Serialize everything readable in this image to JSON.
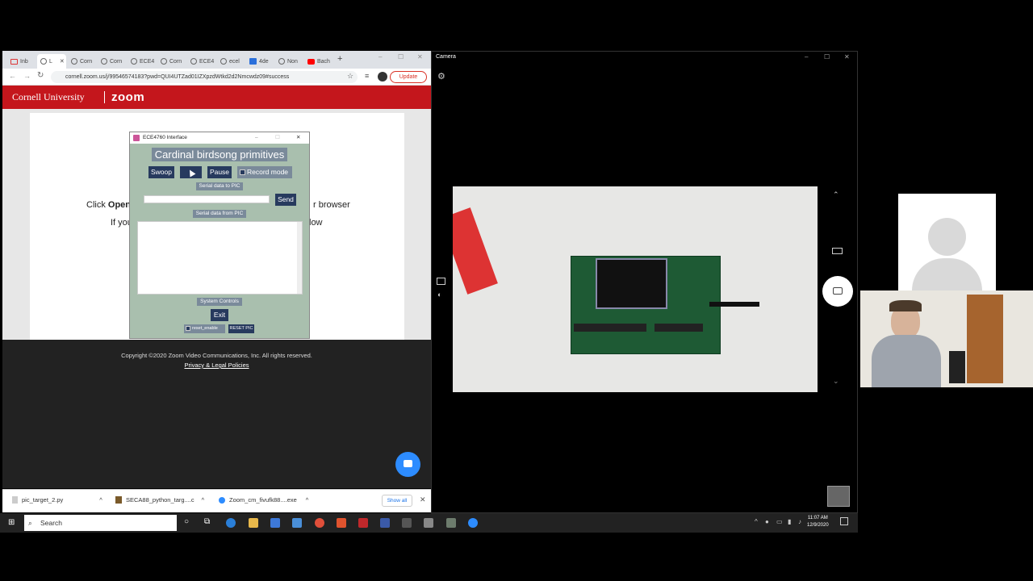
{
  "browser": {
    "tabs": [
      "Inb",
      "L",
      "Corn",
      "Corn",
      "ECE4",
      "Corn",
      "ECE4",
      "ecel",
      "4de",
      "Non",
      "Bach"
    ],
    "url": "cornell.zoom.us/j/99546574183?pwd=QUI4UTZad01IZXpzdWtkd2d2Nmcwdz09#success",
    "update_label": "Update"
  },
  "zoom_page": {
    "cornell_label": "Cornell University",
    "zoom_label": "zoom",
    "click_text_start": "Click",
    "click_text_bold": "Open",
    "click_text_end": "r browser",
    "if_text_start": "If you",
    "if_text_end": "low",
    "copyright": "Copyright ©2020 Zoom Video Communications, Inc. All rights reserved.",
    "privacy": "Privacy & Legal Policies"
  },
  "tk": {
    "window_title": "ECE4760 Interface",
    "heading": "Cardinal birdsong primitives",
    "buttons": {
      "swoop": "Swoop",
      "pause": "Pause",
      "record": "Record mode",
      "send": "Send",
      "exit": "Exit",
      "reset_pic": "RESET PIC",
      "reset_enable": "reset_enable"
    },
    "labels": {
      "serial_to": "Serial data to PIC",
      "serial_from": "Serial data from PIC",
      "system": "System Controls"
    }
  },
  "downloads": {
    "items": [
      "pic_target_2.py",
      "SECA88_python_targ....c",
      "Zoom_cm_fivufk88....exe"
    ],
    "show_all": "Show all"
  },
  "camera": {
    "title": "Camera"
  },
  "taskbar": {
    "search": "Search",
    "time": "11:07 AM",
    "date": "12/9/2020"
  },
  "colors": {
    "cornell_red": "#c4161c",
    "zoom_blue": "#2d8cff",
    "tk_bg": "#a9bfae",
    "tk_button": "#273a5e"
  }
}
